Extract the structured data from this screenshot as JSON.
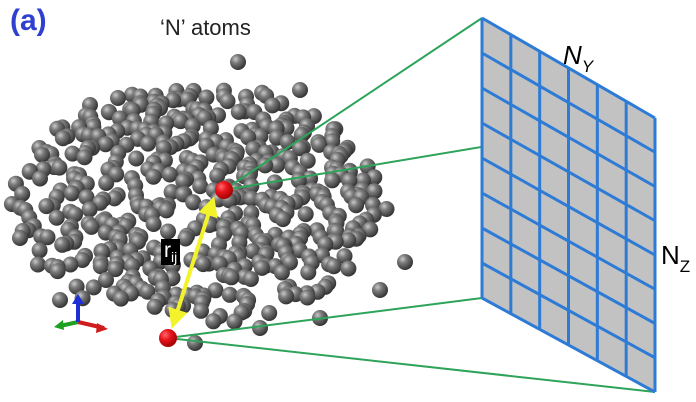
{
  "figure": {
    "panel_label": "(a)",
    "atoms_title": "‘N’ atoms",
    "ny_main": "N",
    "ny_sub": "Y",
    "nz_main": "N",
    "nz_sub": "Z",
    "rij_main": "r",
    "rij_sub": "ij"
  },
  "colors": {
    "panel_label": "#2f3fd0",
    "grid_lines": "#2e7bd6",
    "grid_fill": "#c2c2c2",
    "projection_lines": "#2ea35a",
    "highlight_atoms": "#e8141c",
    "distance_arrow": "#f3f32c",
    "atom_gray": "#5b5b5b"
  },
  "icons": [
    "xyz-axes-icon"
  ]
}
